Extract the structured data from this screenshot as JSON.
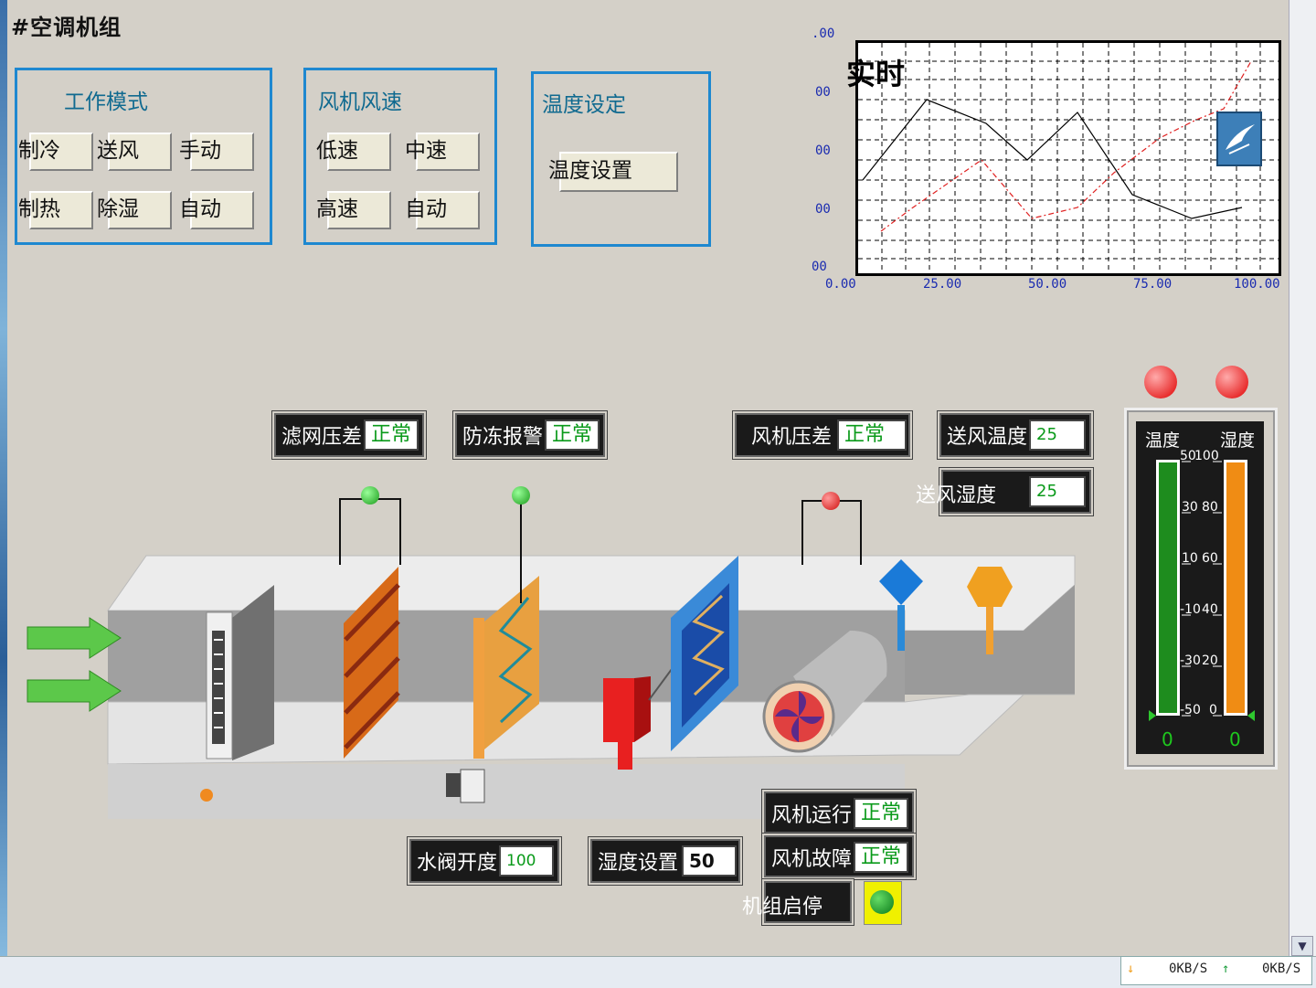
{
  "window": {
    "title": "#空调机组"
  },
  "mode_group": {
    "title": "工作模式",
    "buttons": [
      "制冷",
      "送风",
      "手动",
      "制热",
      "除湿",
      "自动"
    ]
  },
  "fan_group": {
    "title": "风机风速",
    "buttons": [
      "低速",
      "中速",
      "高速",
      "自动"
    ]
  },
  "temp_group": {
    "title": "温度设定",
    "button": "温度设置"
  },
  "trend": {
    "title": "实时",
    "y_ticks": [
      ".00",
      "00",
      "00",
      "00",
      "00"
    ],
    "x_ticks": [
      "0.00",
      "25.00",
      "50.00",
      "75.00",
      "100.00"
    ],
    "colors": {
      "series_1": "#000000",
      "series_2": "#e02020"
    },
    "icon": "bird-logo-icon"
  },
  "status": {
    "filter": {
      "label": "滤网压差",
      "value": "正常"
    },
    "antifreeze": {
      "label": "防冻报警",
      "value": "正常"
    },
    "fan_pressure": {
      "label": "风机压差",
      "value": "正常"
    },
    "supply_temp": {
      "label": "送风温度",
      "value": "25"
    },
    "supply_humidity": {
      "label": "送风湿度",
      "value": "25"
    },
    "valve": {
      "label": "水阀开度",
      "value": "100"
    },
    "humidity_set": {
      "label": "湿度设置",
      "value": "50"
    },
    "fan_run": {
      "label": "风机运行",
      "value": "正常"
    },
    "fan_fault": {
      "label": "风机故障",
      "value": "正常"
    },
    "unit_start": {
      "label": "机组启停"
    }
  },
  "gauges": {
    "temp_label": "温度",
    "hum_label": "湿度",
    "temp_scale": [
      "50",
      "30",
      "10",
      "-10",
      "-30",
      "-50"
    ],
    "hum_scale": [
      "100",
      "80",
      "60",
      "40",
      "20",
      "0"
    ],
    "temp_value": "0",
    "hum_value": "0",
    "temp_color": "#1e8c1e",
    "hum_color": "#f08c14"
  },
  "taskbar": {
    "down": "0KB/S",
    "up": "0KB/S"
  }
}
